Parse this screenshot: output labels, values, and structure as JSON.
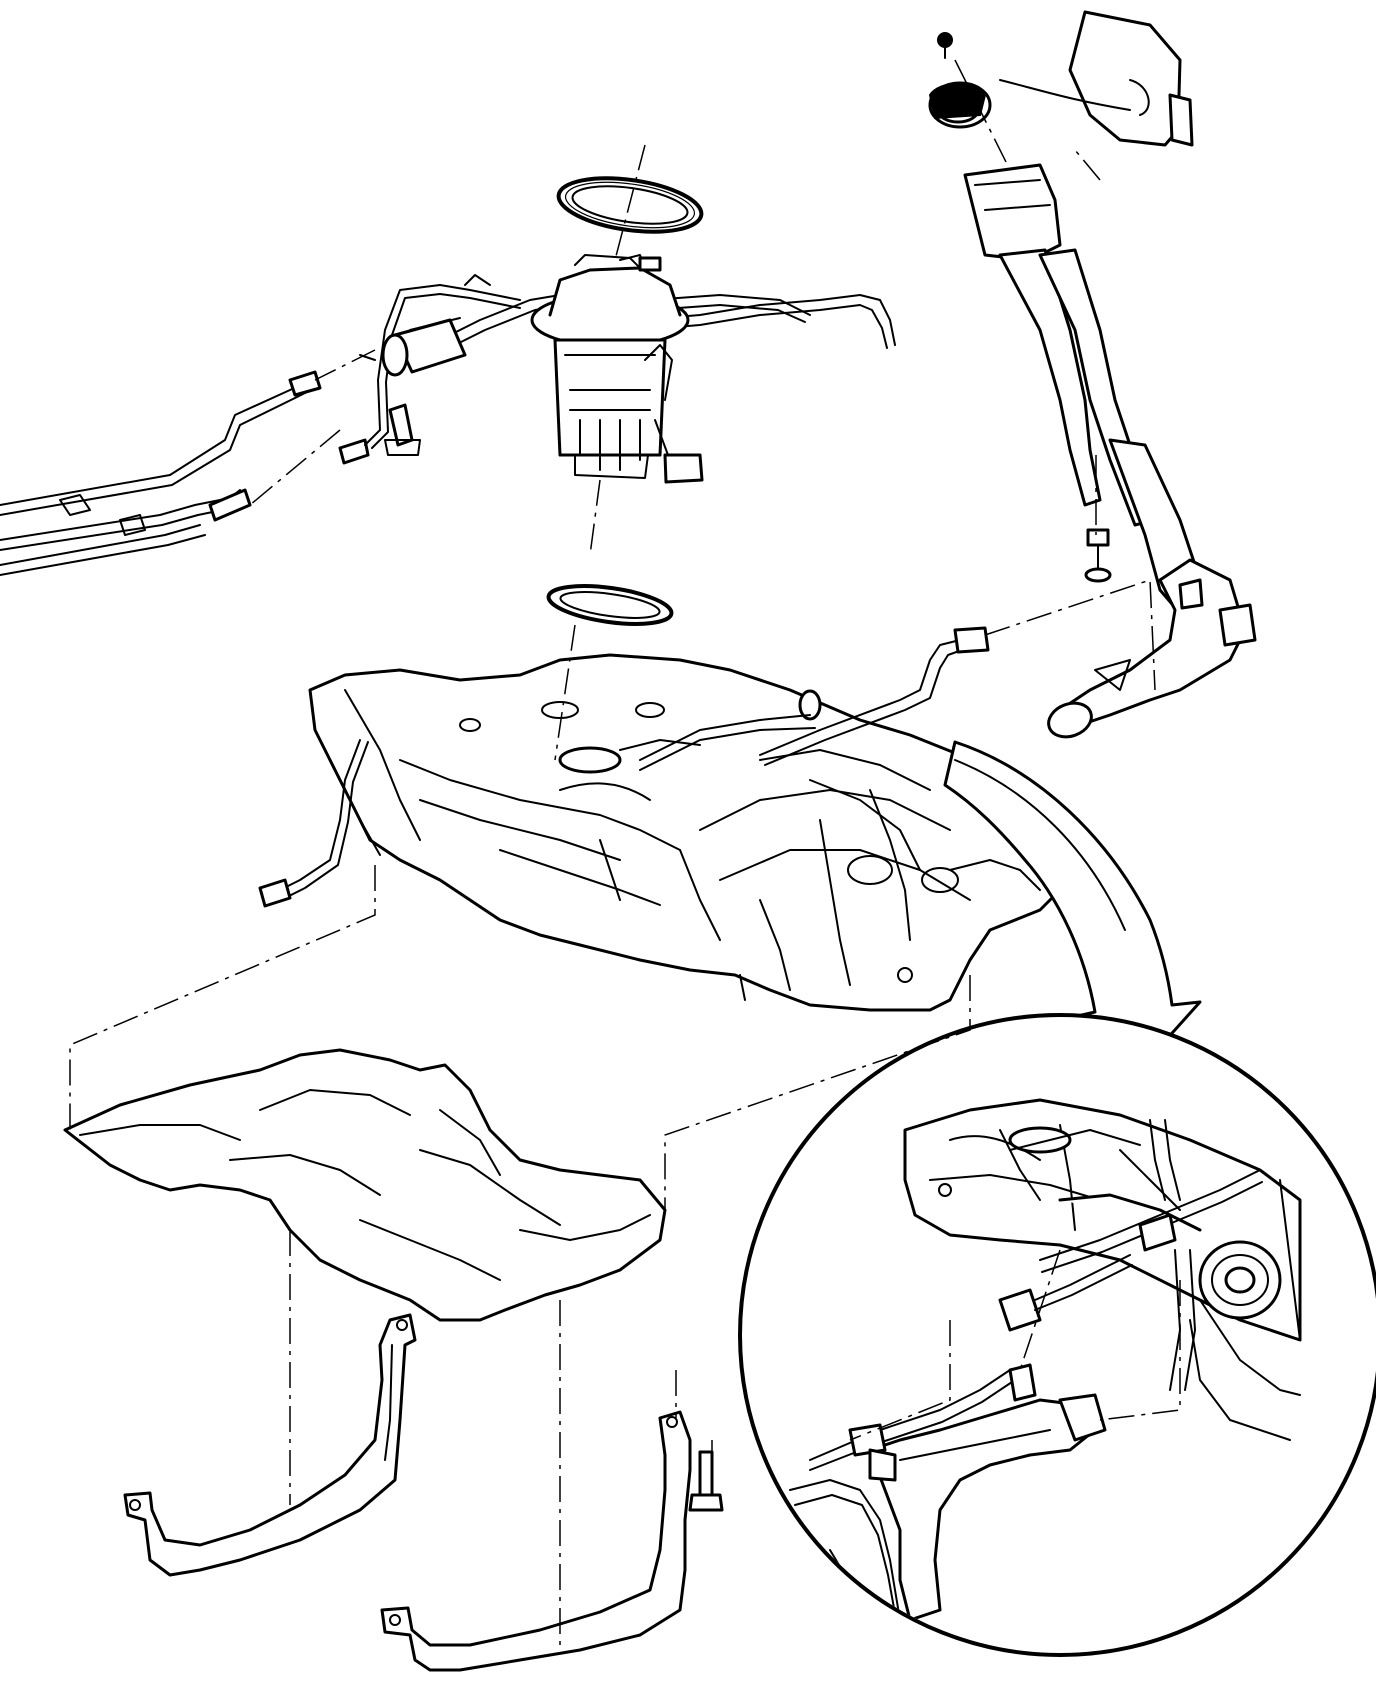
{
  "figure": {
    "background": "#ffffff",
    "line_color": "#000000",
    "parts": [
      "fuel-lines",
      "fuel-filter",
      "fuel-pump-module",
      "module-seal-ring",
      "module-lock-ring",
      "fuel-tank",
      "fuel-filler-pipe",
      "fuel-filler-door",
      "heat-shield",
      "tank-strap-left",
      "tank-strap-right",
      "strap-bolt",
      "detail-view-circle",
      "rotation-arrow"
    ],
    "text_labels": []
  }
}
